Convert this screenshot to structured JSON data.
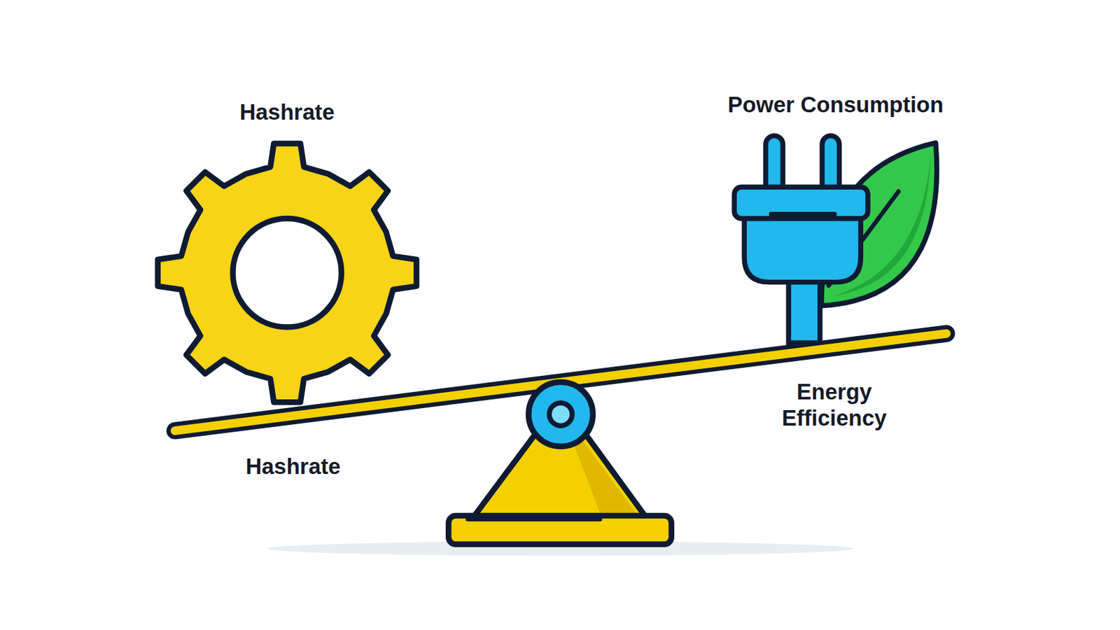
{
  "diagram": {
    "labels": [
      "Hashrate",
      "Power Consumption",
      "Hashrate",
      "Energy Efficiency"
    ]
  }
}
